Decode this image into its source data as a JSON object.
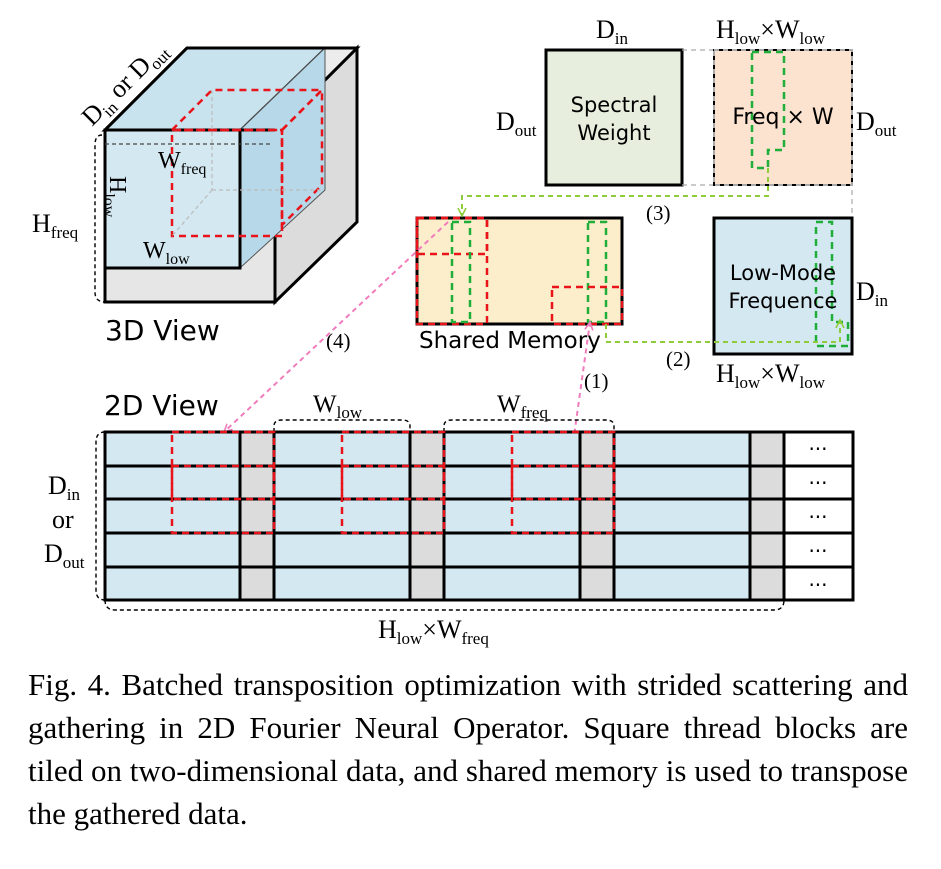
{
  "view3d": {
    "title": "3D View",
    "depth_label": "D",
    "depth_in_sub": "in",
    "depth_or": " or D",
    "depth_out_sub": "out",
    "h_freq": "H",
    "h_freq_sub": "freq",
    "h_low": "H",
    "h_low_sub": "low",
    "w_freq": "W",
    "w_freq_sub": "freq",
    "w_low": "W",
    "w_low_sub": "low"
  },
  "view2d": {
    "title": "2D View",
    "w_low": "W",
    "w_low_sub": "low",
    "w_freq": "W",
    "w_freq_sub": "freq",
    "row_d_in": "D",
    "row_d_in_sub": "in",
    "row_or": "or",
    "row_d_out": "D",
    "row_d_out_sub": "out",
    "bottom_h": "H",
    "bottom_h_sub": "low",
    "bottom_times": "×W",
    "bottom_w_sub": "freq",
    "ellipsis": "···"
  },
  "shared_memory": {
    "label": "Shared Memory"
  },
  "spectral_weight": {
    "line1": "Spectral",
    "line2": "Weight",
    "top_d": "D",
    "top_d_sub": "in",
    "left_d": "D",
    "left_d_sub": "out"
  },
  "freq_w": {
    "label": "Freq × W",
    "top_h": "H",
    "top_h_sub": "low",
    "top_times": "×W",
    "top_w_sub": "low",
    "right_d": "D",
    "right_d_sub": "out"
  },
  "low_mode": {
    "line1": "Low-Mode",
    "line2": "Frequence",
    "right_d": "D",
    "right_d_sub": "in",
    "bottom_h": "H",
    "bottom_h_sub": "low",
    "bottom_times": "×W",
    "bottom_w_sub": "low"
  },
  "steps": {
    "s1": "(1)",
    "s2": "(2)",
    "s3": "(3)",
    "s4": "(4)"
  },
  "caption": "Fig. 4. Batched transposition optimization with strided scattering and gathering in 2D Fourier Neural Operator. Square thread blocks are tiled on two-dimensional data, and shared memory is used to transpose the gathered data.",
  "colors": {
    "light_blue": "#d4e8f1",
    "light_gray": "#dcdcdc",
    "peach": "#fbe3cf",
    "cream": "#fdeecb",
    "sage": "#e8eedd",
    "red_dash": "#e8141a",
    "green_dash": "#1fae39",
    "pink_arrow": "#f07cbc",
    "lime_arrow": "#8fcc3a"
  }
}
